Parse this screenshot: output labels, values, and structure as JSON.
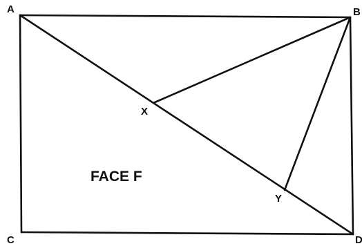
{
  "diagram": {
    "vertices": {
      "a": "A",
      "b": "B",
      "c": "C",
      "d": "D",
      "x": "X",
      "y": "Y"
    },
    "face_label": "FACE F",
    "segments": [
      {
        "name": "segment-ab",
        "from": "A",
        "to": "B"
      },
      {
        "name": "segment-ac",
        "from": "A",
        "to": "C"
      },
      {
        "name": "segment-cd",
        "from": "C",
        "to": "D"
      },
      {
        "name": "segment-bd",
        "from": "B",
        "to": "D"
      },
      {
        "name": "segment-ad",
        "from": "A",
        "to": "D"
      },
      {
        "name": "segment-bx",
        "from": "B",
        "to": "X"
      },
      {
        "name": "segment-by",
        "from": "B",
        "to": "Y"
      }
    ],
    "colors": {
      "stroke": "#111111",
      "background": "#ffffff"
    }
  }
}
